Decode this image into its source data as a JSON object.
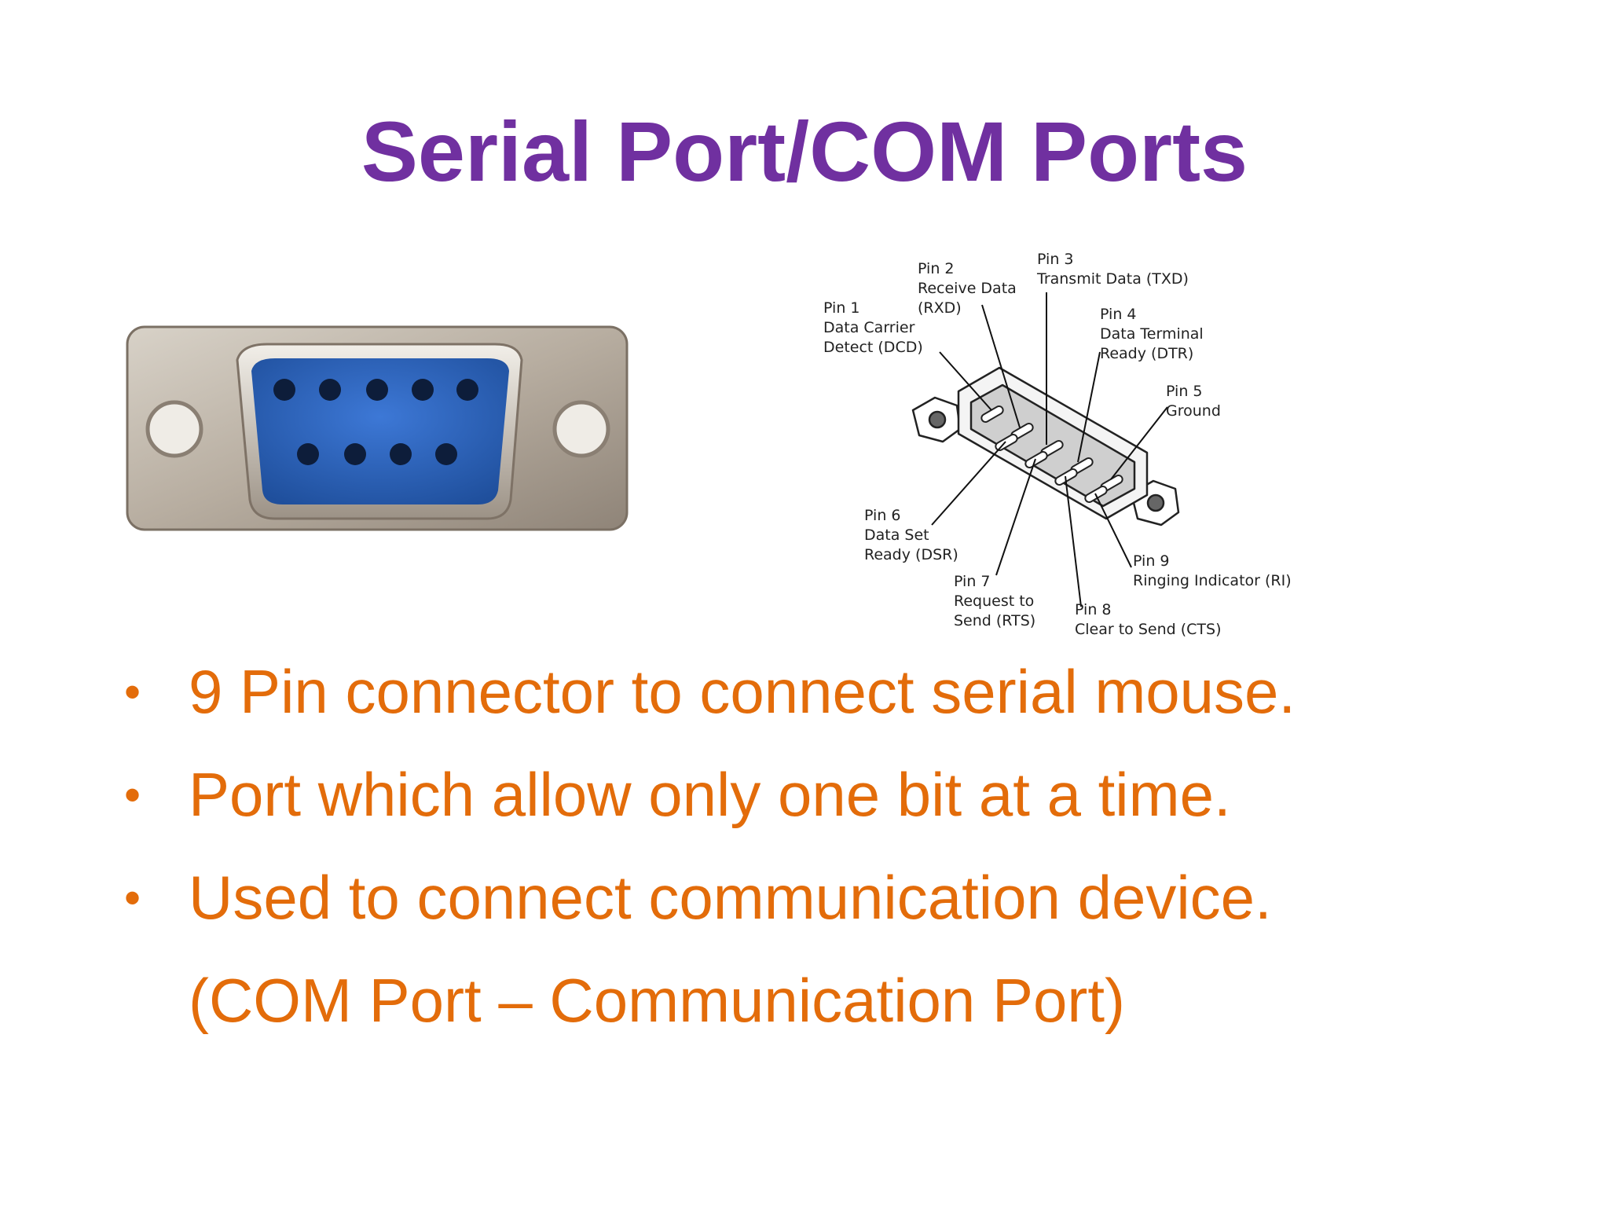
{
  "title": "Serial Port/COM Ports",
  "colors": {
    "title": "#7030a0",
    "bullet": "#e36c0a"
  },
  "diagram": {
    "pins": [
      {
        "line1": "Pin 1",
        "line2": "Data Carrier",
        "line3": "Detect (DCD)"
      },
      {
        "line1": "Pin 2",
        "line2": "Receive Data",
        "line3": "(RXD)"
      },
      {
        "line1": "Pin 3",
        "line2": "Transmit Data (TXD)",
        "line3": ""
      },
      {
        "line1": "Pin 4",
        "line2": "Data Terminal",
        "line3": "Ready (DTR)"
      },
      {
        "line1": "Pin 5",
        "line2": "Ground",
        "line3": ""
      },
      {
        "line1": "Pin 6",
        "line2": "Data Set",
        "line3": "Ready (DSR)"
      },
      {
        "line1": "Pin 7",
        "line2": "Request to",
        "line3": "Send (RTS)"
      },
      {
        "line1": "Pin 8",
        "line2": "Clear to Send (CTS)",
        "line3": ""
      },
      {
        "line1": "Pin 9",
        "line2": "Ringing Indicator (RI)",
        "line3": ""
      }
    ]
  },
  "bullets": [
    "9 Pin connector to connect serial mouse.",
    "Port which allow only one bit at a time.",
    "Used to connect communication device."
  ],
  "bullet_continuation": "(COM Port – Communication Port)"
}
